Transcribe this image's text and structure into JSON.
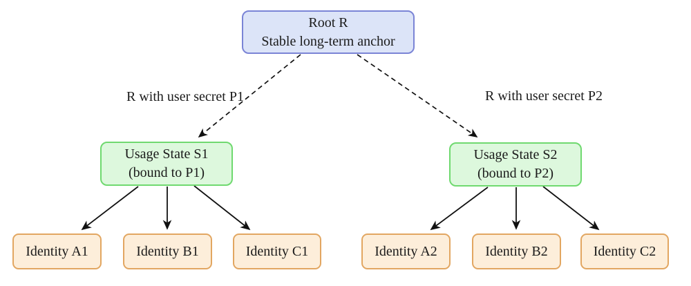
{
  "diagram": {
    "root": {
      "title": "Root R",
      "subtitle": "Stable long-term anchor"
    },
    "edge_labels": {
      "p1": "R with user secret P1",
      "p2": "R with user secret P2"
    },
    "usage_states": [
      {
        "title": "Usage State S1",
        "subtitle": "(bound to P1)"
      },
      {
        "title": "Usage State S2",
        "subtitle": "(bound to P2)"
      }
    ],
    "identities": [
      "Identity A1",
      "Identity B1",
      "Identity C1",
      "Identity A2",
      "Identity B2",
      "Identity C2"
    ],
    "colors": {
      "root_fill": "#dce4f8",
      "root_border": "#7a84d6",
      "usage_fill": "#ddf8dd",
      "usage_border": "#6fd96f",
      "identity_fill": "#fdeeda",
      "identity_border": "#e2a661",
      "arrow": "#111111",
      "text": "#1a1a1a"
    }
  }
}
